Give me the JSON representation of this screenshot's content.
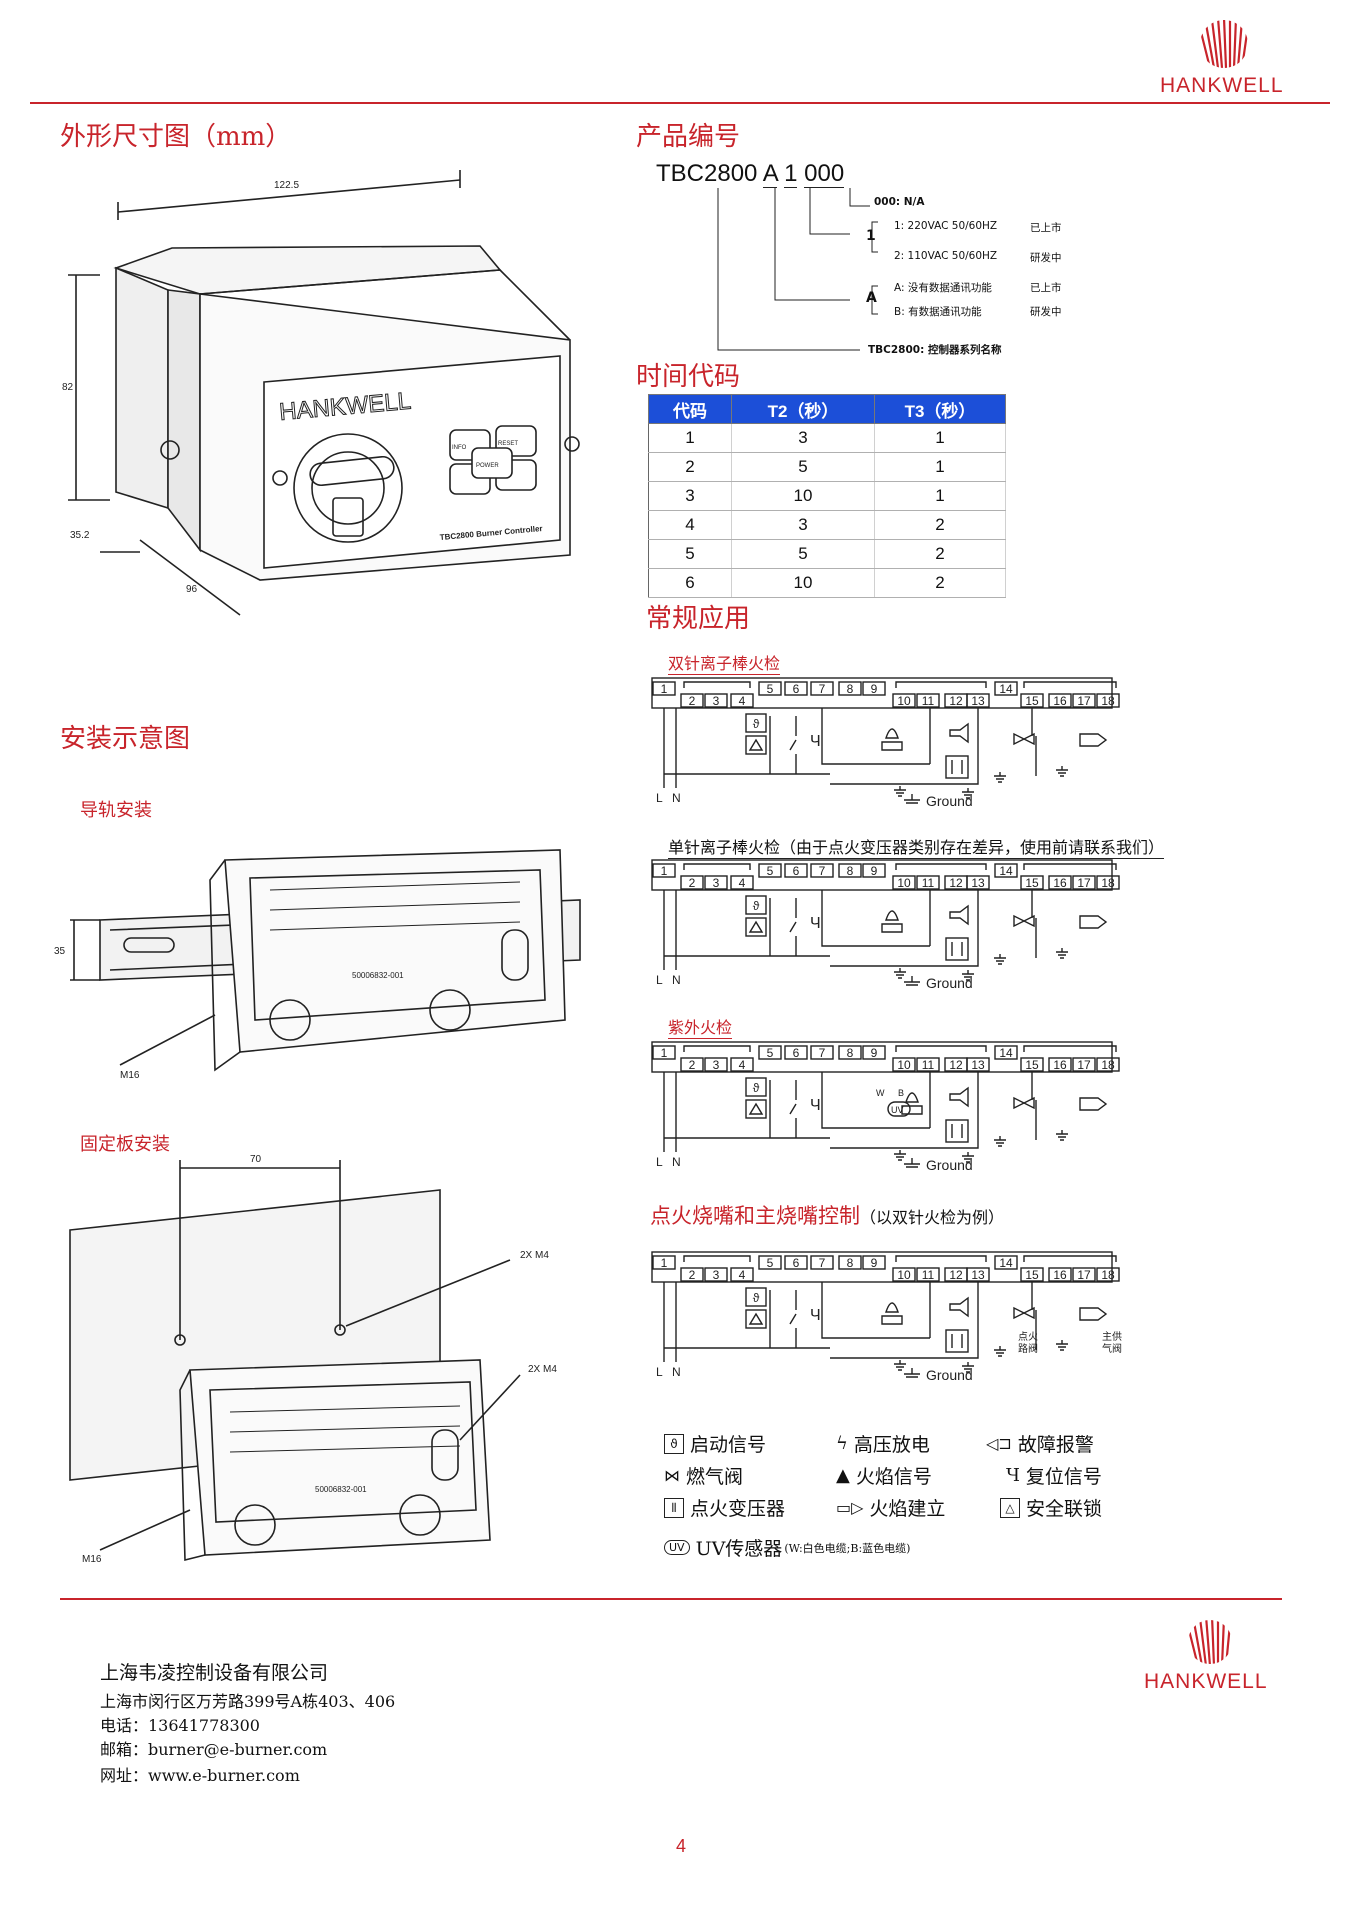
{
  "brand": {
    "logo_text": "HANKWELL",
    "color": "#c8242b"
  },
  "sections": {
    "dimensions": "外形尺寸图（mm）",
    "product_code": "产品编号",
    "time_code": "时间代码",
    "common_app": "常规应用",
    "install": "安装示意图",
    "rail_install": "导轨安装",
    "plate_install": "固定板安装"
  },
  "dimension_labels": {
    "width": "122.5",
    "height": "82",
    "depth_offset": "35.2",
    "depth": "96",
    "rail": "35",
    "thread1": "M16",
    "spacing": "70",
    "screw1": "2X M4",
    "screw2": "2X M4",
    "thread2": "M16",
    "panel_model": "TBC2800 Burner Controller",
    "btn_info": "INFO",
    "btn_reset": "RESET",
    "btn_power": "POWER",
    "pcb_code": "50006832-001"
  },
  "product_code": {
    "model": "TBC2800",
    "part_a": "A",
    "part_1": "1",
    "part_000": "000",
    "r000": "000: N/A",
    "r1_label": "1",
    "r1_1": "1: 220VAC 50/60HZ",
    "r1_1s": "已上市",
    "r1_2": "2: 110VAC 50/60HZ",
    "r1_2s": "研发中",
    "ra_label": "A",
    "ra_a": "A: 没有数据通讯功能",
    "ra_as": "已上市",
    "ra_b": "B: 有数据通讯功能",
    "ra_bs": "研发中",
    "series": "TBC2800: 控制器系列名称"
  },
  "time_table": {
    "headers": [
      "代码",
      "T2（秒）",
      "T3（秒）"
    ],
    "rows": [
      [
        "1",
        "3",
        "1"
      ],
      [
        "2",
        "5",
        "1"
      ],
      [
        "3",
        "10",
        "1"
      ],
      [
        "4",
        "3",
        "2"
      ],
      [
        "5",
        "5",
        "2"
      ],
      [
        "6",
        "10",
        "2"
      ]
    ]
  },
  "wiring": {
    "d1_title": "双针离子棒火检",
    "d2_title": "单针离子棒火检（由于点火变压器类别存在差异，使用前请联系我们）",
    "d3_title": "紫外火检",
    "d4_title": "点火烧嘴和主烧嘴控制",
    "d4_note": "（以双针火检为例）",
    "terminals": [
      "1",
      "2",
      "3",
      "4",
      "5",
      "6",
      "7",
      "8",
      "9",
      "10",
      "11",
      "12",
      "13",
      "14",
      "15",
      "16",
      "17",
      "18"
    ],
    "ground": "Ground",
    "L": "L",
    "N": "N",
    "W": "W",
    "B": "B",
    "UV": "UV",
    "ignite_valve": "点火路阀",
    "main_valve": "主供气阀"
  },
  "legend": {
    "start": "启动信号",
    "spark": "高压放电",
    "alarm": "故障报警",
    "gas": "燃气阀",
    "flame": "火焰信号",
    "reset": "复位信号",
    "transformer": "点火变压器",
    "flame_est": "火焰建立",
    "safety": "安全联锁",
    "uv": "UV传感器",
    "uv_note": "(W:白色电缆;B:蓝色电缆)"
  },
  "footer": {
    "company": "上海韦凌控制设备有限公司",
    "address": "上海市闵行区万芳路399号A栋403、406",
    "phone": "电话：13641778300",
    "email": "邮箱：burner@e-burner.com",
    "web": "网址：www.e-burner.com",
    "page": "4"
  }
}
